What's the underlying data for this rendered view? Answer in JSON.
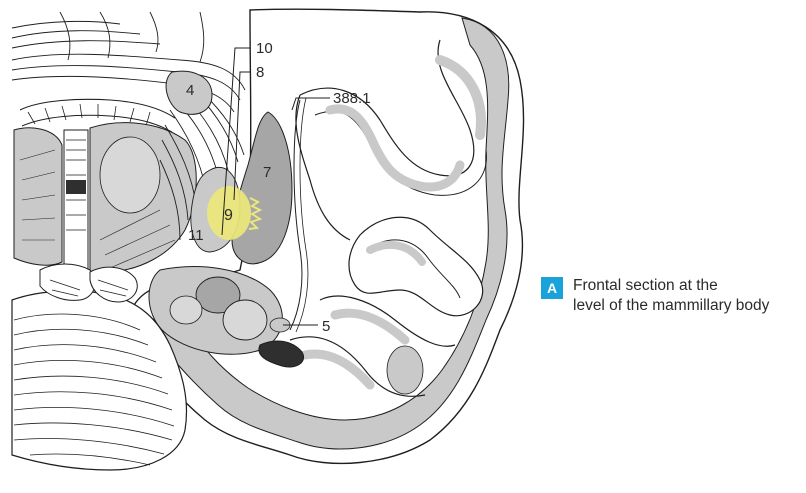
{
  "labels": {
    "l10": "10",
    "l8": "8",
    "l388": "388.1",
    "l4": "4",
    "l7": "7",
    "l9": "9",
    "l11": "11",
    "l5": "5"
  },
  "caption": {
    "badge": "A",
    "line1": "Frontal section at the",
    "line2": "level of the mammillary body"
  },
  "colors": {
    "gray_matter": "#c9c9c9",
    "nucleus_dark": "#a6a6a6",
    "highlight": "#ece77a",
    "accent_badge": "#1aa3d8",
    "outline": "#1f1f1f"
  }
}
